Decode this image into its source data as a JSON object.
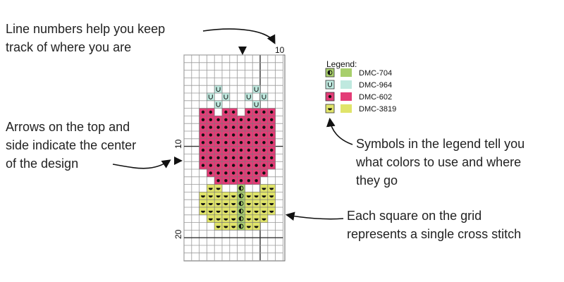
{
  "annotations": {
    "line_numbers": [
      "Line numbers help you keep",
      "track of where you are"
    ],
    "arrows": [
      "Arrows on the top and",
      "side indicate the center",
      "of the design"
    ],
    "symbols": [
      "Symbols in the legend tell you",
      "what colors to use and where",
      "they go"
    ],
    "square": [
      "Each square on the grid",
      "represents a single cross stitch"
    ]
  },
  "grid_labels": {
    "top_10": "10",
    "side_10": "10",
    "side_20": "20"
  },
  "legend": {
    "title": "Legend:",
    "items": [
      {
        "symbol": "half-filled-circle",
        "color": "#a8cf6c",
        "label": "DMC-704"
      },
      {
        "symbol": "u-shape",
        "color": "#bfe9df",
        "label": "DMC-964"
      },
      {
        "symbol": "dot",
        "color": "#e33d77",
        "label": "DMC-602"
      },
      {
        "symbol": "semicircle-down",
        "color": "#e0e46a",
        "label": "DMC-3819"
      }
    ]
  },
  "pattern": {
    "rows": [
      "",
      "",
      "",
      "",
      "",
      "",
      "",
      "",
      "",
      "",
      "",
      "",
      "",
      "",
      "",
      "",
      "",
      "",
      "",
      "",
      "",
      "",
      "",
      "",
      ""
    ]
  }
}
